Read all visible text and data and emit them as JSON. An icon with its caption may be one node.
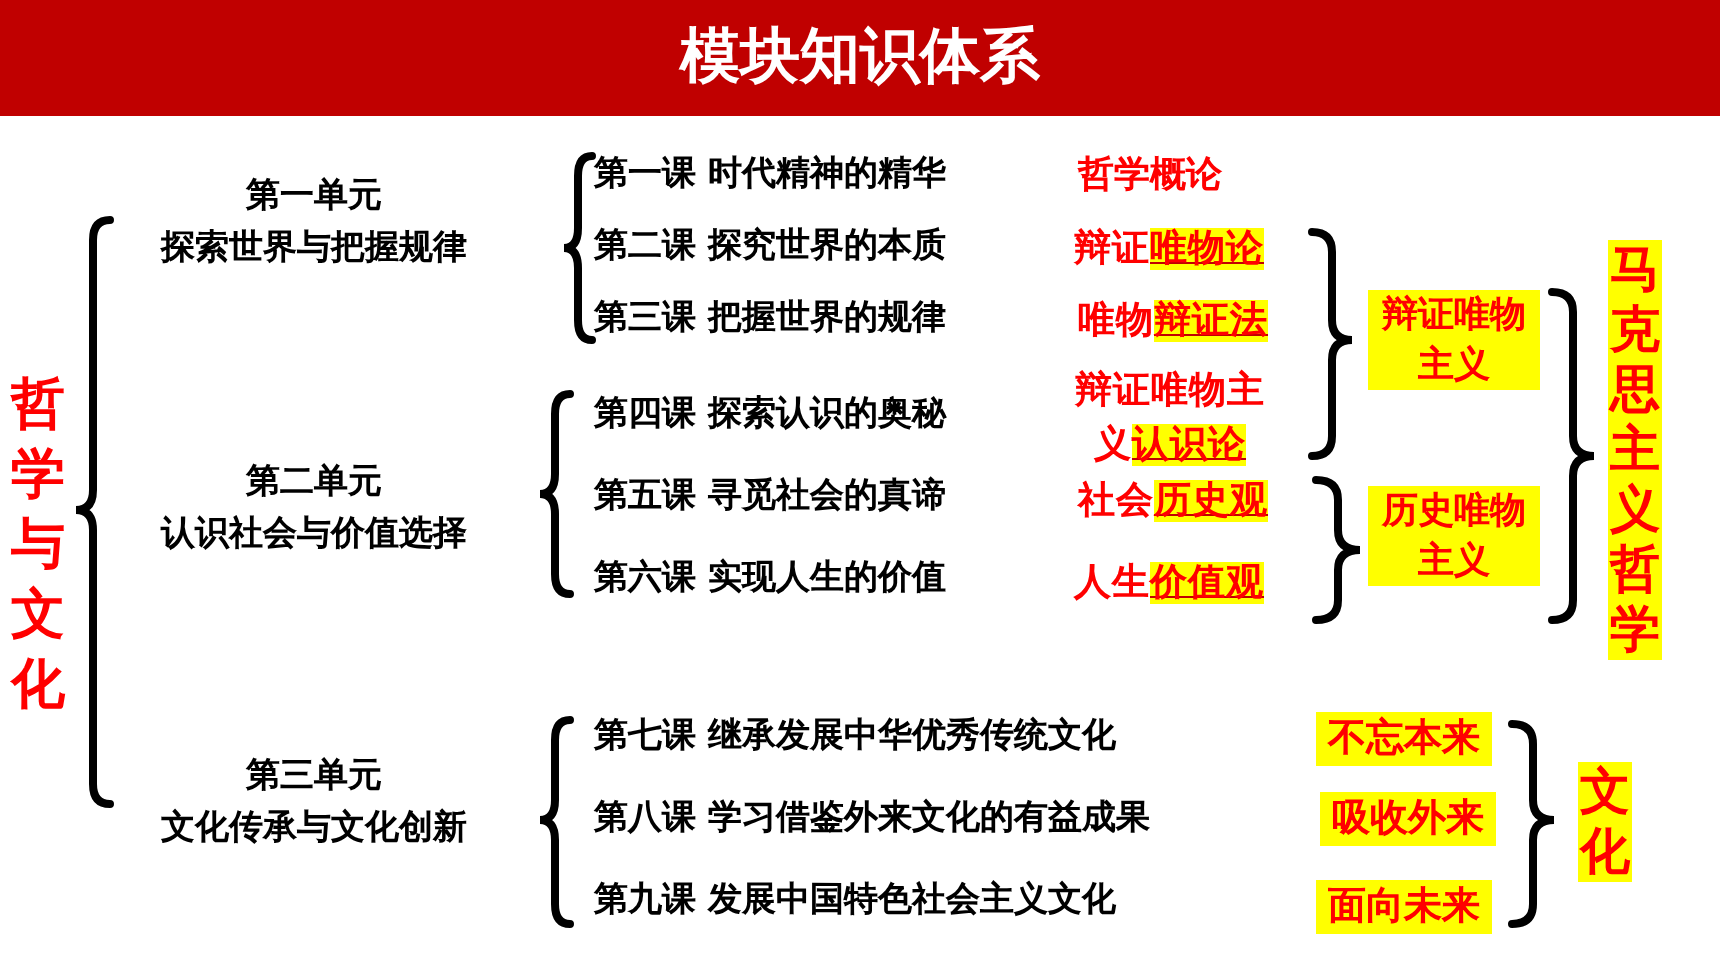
{
  "diagram": {
    "title": "模块知识体系",
    "nodes": [
      {
        "text": [
          "唯物论"
        ],
        "beside": [
          "辩证"
        ]
      },
      {
        "text": [
          "辩证法"
        ],
        "beside": [
          "唯物"
        ]
      },
      {
        "text": [
          "认识论"
        ],
        "beside": [
          "辩证唯物主义"
        ]
      },
      {
        "text": [
          "历史观"
        ],
        "beside": [
          "社会"
        ]
      },
      {
        "text": [
          "价值观"
        ],
        "beside": [
          "人生"
        ]
      },
      {
        "text": [
          "辩证唯物主义"
        ]
      },
      {
        "text": [
          "历史唯物主义"
        ]
      },
      {
        "text": [
          "马克思主义哲学"
        ]
      },
      {
        "text": [
          "不忘本来"
        ]
      },
      {
        "text": [
          "吸收外来"
        ]
      },
      {
        "text": [
          "面向未来"
        ]
      },
      {
        "text": [
          "文化"
        ]
      }
    ],
    "labels": [
      "哲学与文化",
      "第一单元",
      "探索世界与把握规律",
      "第一课 时代精神的精华",
      "第二课 探究世界的本质",
      "第三课 把握世界的规律",
      "哲学概论",
      "第二单元",
      "认识社会与价值选择",
      "第四课 探索认识的奥秘",
      "第五课 寻觅社会的真谛",
      "第六课 实现人生的价值",
      "第三单元",
      "文化传承与文化创新",
      "第七课 继承发展中华优秀传统文化",
      "第八课 学习借鉴外来文化的有益成果",
      "第九课 发展中国特色社会主义文化"
    ]
  }
}
